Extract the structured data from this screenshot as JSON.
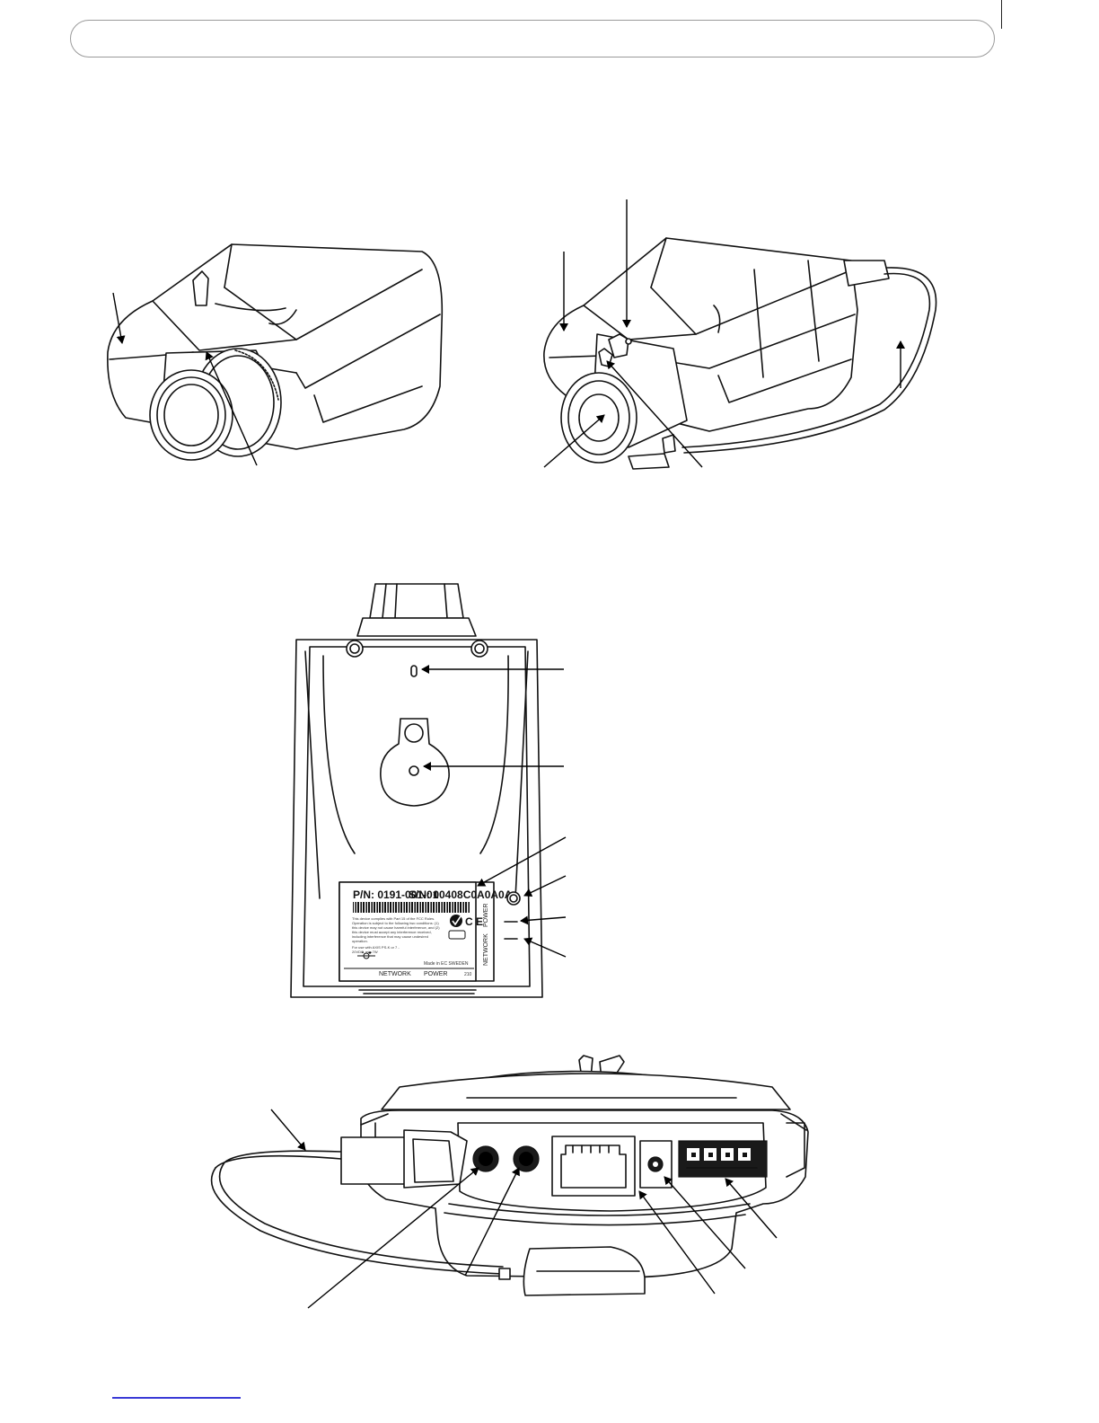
{
  "product_label": {
    "part_number": "P/N: 0191-001-01",
    "serial_number": "S/N: 00408C0A0A0A",
    "compliance_text": "This device complies with Part 15 of the FCC Rules. Operation is subject to the following two conditions: (1) this device may not cause harmful interference, and (2) this device must accept any interference received, including interference that may cause undesired operation.",
    "power_note": "For use with AXIS PS-K or 7 - 20VDC, min 7W",
    "made_in": "Made in EC SWEDEN",
    "model_code": "210",
    "side_power": "POWER",
    "side_network": "NETWORK"
  },
  "rear_panel": {
    "network_label": "NETWORK",
    "power_label": "POWER"
  },
  "colors": {
    "line": "#111111",
    "header_border": "#9a9a9a",
    "footer_link": "#3a3ad6"
  }
}
